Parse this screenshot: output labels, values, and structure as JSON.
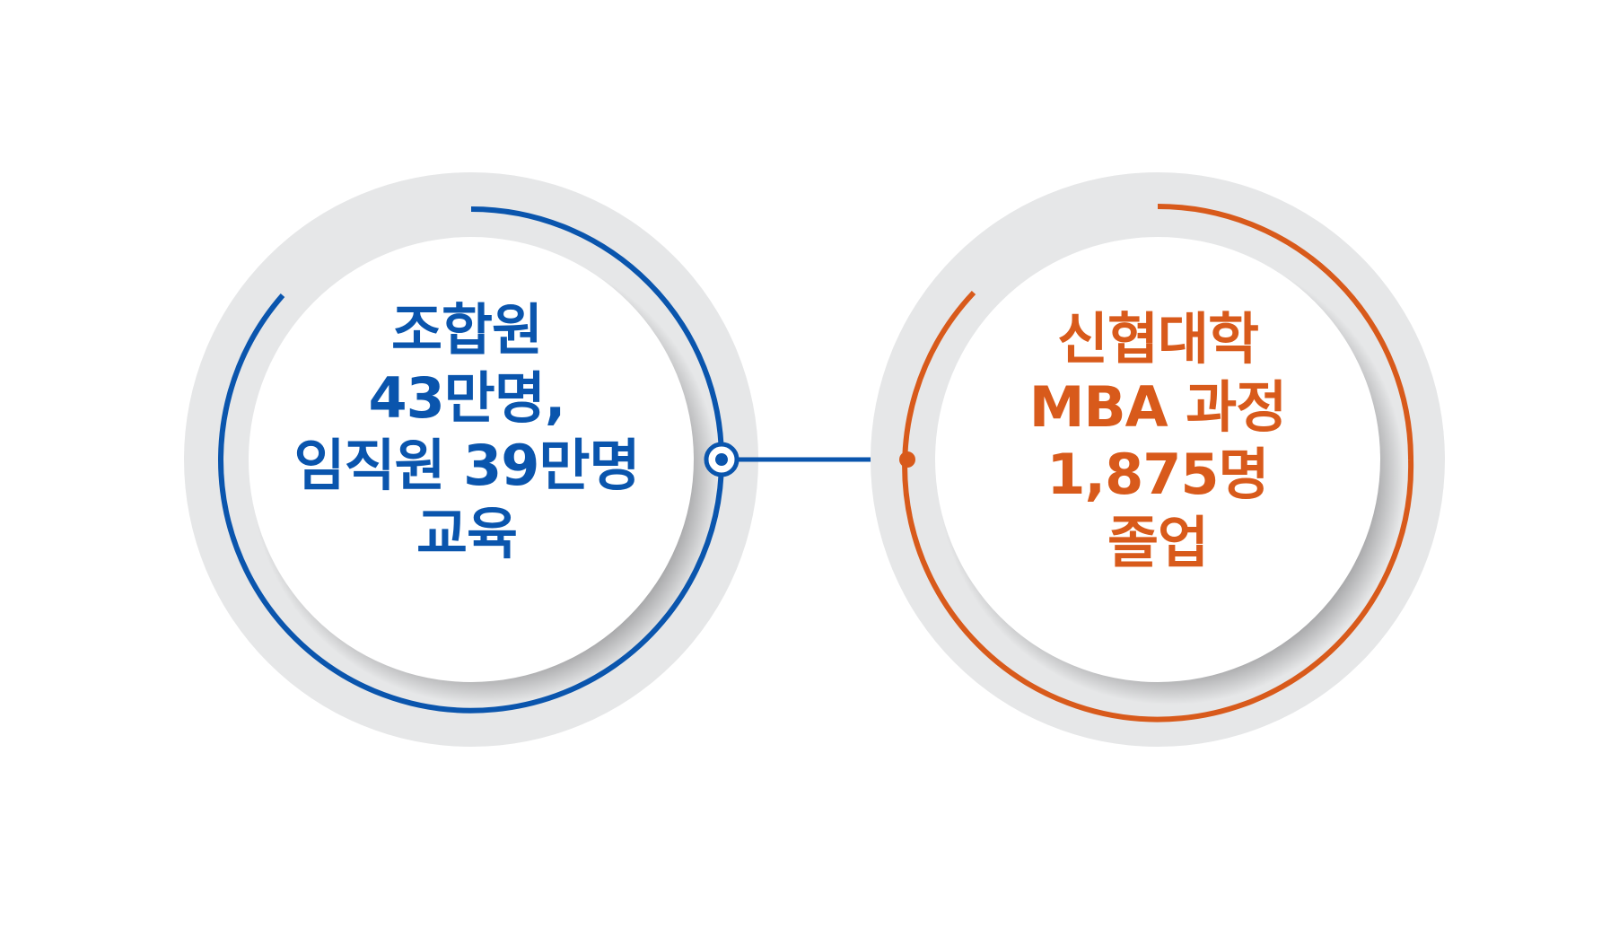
{
  "colors": {
    "left_accent": "#0a55ad",
    "right_accent": "#d85a1b",
    "outer_ring": "#e6e7e8",
    "inner_circle": "#ffffff",
    "background": "#ffffff"
  },
  "left_circle": {
    "lines": [
      "조합원",
      "43만명,",
      "임직원 39만명",
      "교육"
    ]
  },
  "right_circle": {
    "lines": [
      "신협대학",
      "MBA 과정",
      "1,875명",
      "졸업"
    ]
  }
}
